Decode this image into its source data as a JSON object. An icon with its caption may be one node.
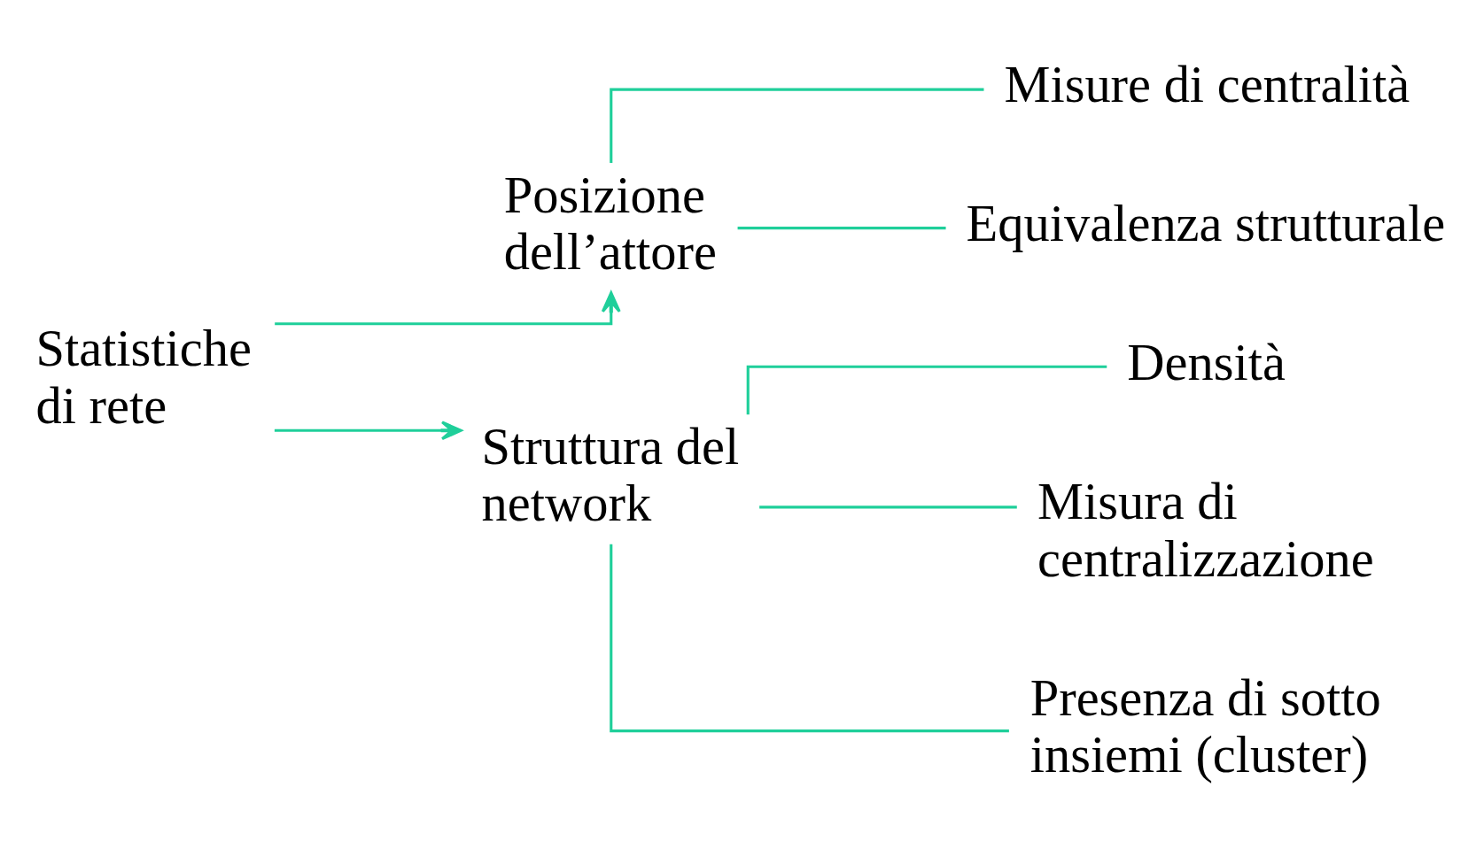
{
  "diagram": {
    "nodes": [
      {
        "text": [
          "Statistiche di rete"
        ]
      },
      {
        "text": [
          "Posizione dell’attore"
        ]
      },
      {
        "text": [
          "Struttura del network"
        ]
      },
      {
        "text": [
          "Misure di centralità"
        ]
      },
      {
        "text": [
          "Equivalenza strutturale"
        ]
      },
      {
        "text": [
          "Densità"
        ]
      },
      {
        "text": [
          "Misura di centralizzazione"
        ]
      },
      {
        "text": [
          "Presenza di sotto insiemi (cluster)"
        ]
      }
    ],
    "edges": [
      {
        "from": 0,
        "to": 1,
        "arrow": "to"
      },
      {
        "from": 0,
        "to": 2,
        "arrow": "to"
      },
      {
        "from": 1,
        "to": 3,
        "arrow": "none"
      },
      {
        "from": 1,
        "to": 4,
        "arrow": "none"
      },
      {
        "from": 2,
        "to": 5,
        "arrow": "none"
      },
      {
        "from": 2,
        "to": 6,
        "arrow": "none"
      },
      {
        "from": 2,
        "to": 7,
        "arrow": "none"
      }
    ]
  }
}
